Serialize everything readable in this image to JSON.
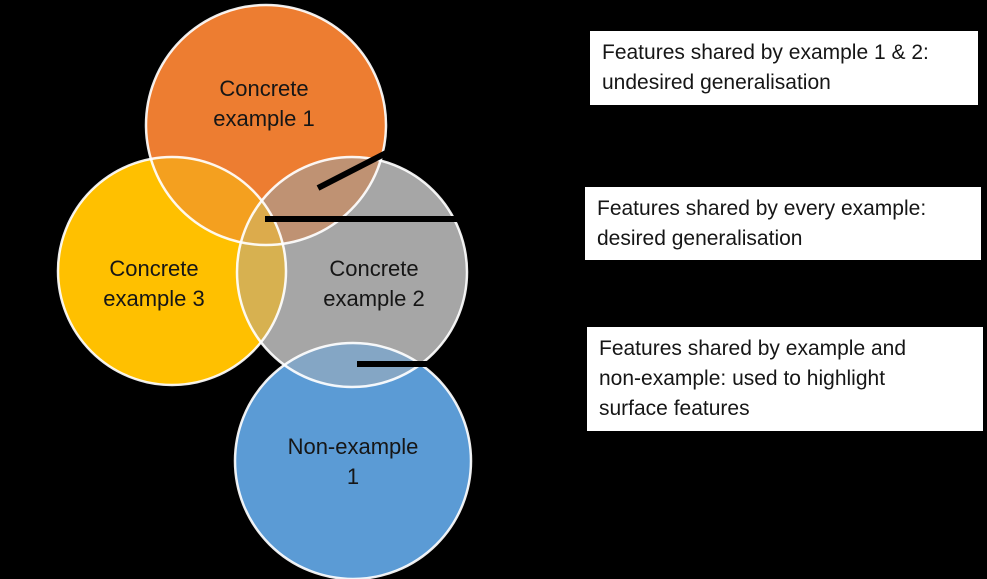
{
  "canvas": {
    "background": "#000000"
  },
  "venn": {
    "outline_color": "#ffffff",
    "callout_color": "#000000",
    "circles": [
      {
        "name": "concrete-example-1",
        "color": "#ED7D31",
        "label_line1": "Concrete",
        "label_line2": "example 1"
      },
      {
        "name": "concrete-example-2",
        "color": "#A6A6A6",
        "label_line1": "Concrete",
        "label_line2": "example 2"
      },
      {
        "name": "concrete-example-3",
        "color": "#FFC000",
        "label_line1": "Concrete",
        "label_line2": "example 3"
      },
      {
        "name": "non-example-1",
        "color": "#5B9BD5",
        "label_line1": "Non-example",
        "label_line2": "1"
      }
    ],
    "overlaps": {
      "example1_example2": "#BF9273",
      "example1_example3": "#F4A01F",
      "example2_example3": "#D7B150",
      "example1_example2_example3": "#DCAB4C",
      "example2_nonexample1": "#84A6C5"
    }
  },
  "annotations": [
    {
      "line1": "Features shared by example 1 & 2:",
      "line2": "undesired generalisation"
    },
    {
      "line1": "Features shared by every example:",
      "line2": "desired generalisation"
    },
    {
      "line1": "Features shared by example and",
      "line2": "non-example: used to highlight",
      "line3": "surface features"
    }
  ]
}
